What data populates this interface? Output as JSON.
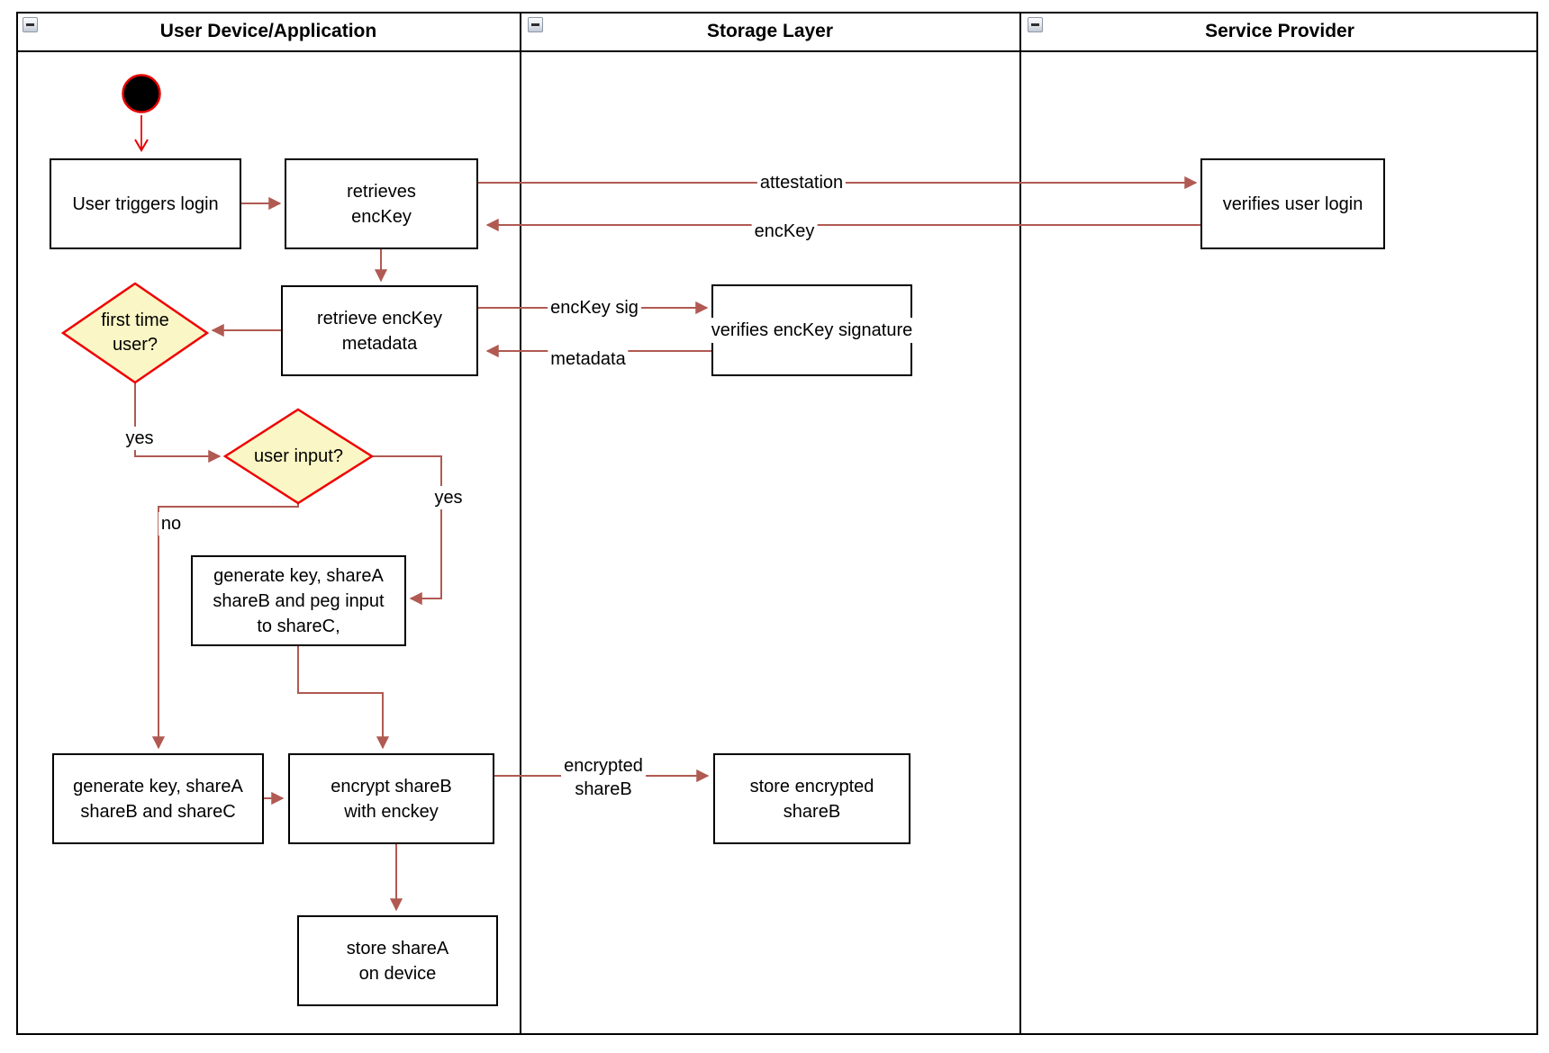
{
  "pool": {
    "lanes": [
      {
        "title": "User Device/Application"
      },
      {
        "title": "Storage Layer"
      },
      {
        "title": "Service Provider"
      }
    ]
  },
  "nodes": {
    "user_triggers_login": "User triggers login",
    "retrieves_enckey": "retrieves\nencKey",
    "retrieve_enckey_metadata": "retrieve encKey\nmetadata",
    "first_time_user": "first time\nuser?",
    "user_input": "user input?",
    "generate_key_peg_input": "generate key, shareA\nshareB and peg input\nto shareC,",
    "generate_key_sharec": "generate key, shareA\nshareB and shareC",
    "encrypt_shareb": "encrypt shareB\nwith enckey",
    "store_sharea": "store shareA\non device",
    "store_encrypted_shareb": "store encrypted\nshareB",
    "verifies_enckey_signature": "verifies encKey signature",
    "verifies_user_login": "verifies user login"
  },
  "edge_labels": {
    "attestation": "attestation",
    "enckey": "encKey",
    "enckey_sig": "encKey sig",
    "metadata": "metadata",
    "first_time_yes": "yes",
    "user_input_yes": "yes",
    "user_input_no": "no",
    "encrypted_shareb": "encrypted\nshareB"
  },
  "colors": {
    "edge": "#b05a52",
    "start_arrow": "#e60000",
    "decision_fill": "#faf6c5",
    "decision_border": "#f00000",
    "node_border": "#000000",
    "node_fill": "#ffffff",
    "lane_border": "#000000",
    "start_fill": "#000000"
  }
}
